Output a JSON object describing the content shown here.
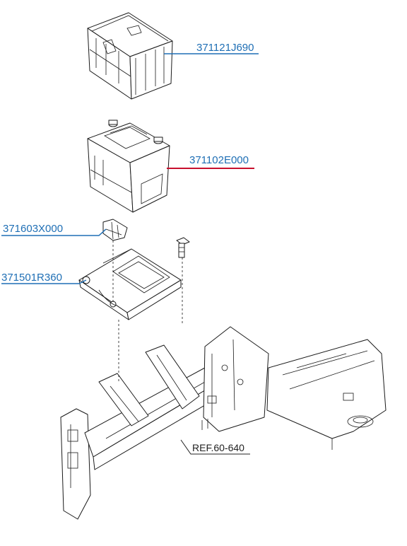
{
  "parts": [
    {
      "id": "tray-cover",
      "number": "371121J690",
      "highlighted": false
    },
    {
      "id": "battery",
      "number": "371102E000",
      "highlighted": true
    },
    {
      "id": "clamp",
      "number": "371603X000",
      "highlighted": false
    },
    {
      "id": "tray",
      "number": "371501R360",
      "highlighted": false
    }
  ],
  "reference": {
    "label": "REF.60-640"
  },
  "colors": {
    "label_blue": "#1f6fb5",
    "leader_blue": "#1f6fb5",
    "highlight_red": "#c8102e",
    "line_art": "#1a1a1a"
  }
}
